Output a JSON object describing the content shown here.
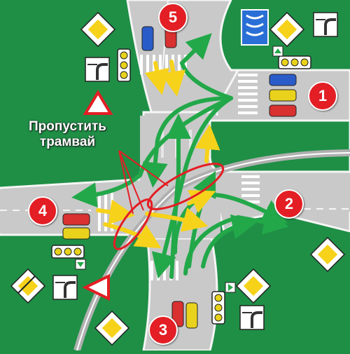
{
  "callout": {
    "line1": "Пропустить",
    "line2": "трамвай"
  },
  "approaches": [
    {
      "number": "1",
      "direction": "east"
    },
    {
      "number": "2",
      "direction": "east-exit"
    },
    {
      "number": "3",
      "direction": "south"
    },
    {
      "number": "4",
      "direction": "west"
    },
    {
      "number": "5",
      "direction": "north"
    }
  ],
  "colors": {
    "grass": "#1f8f46",
    "road": "#c9c9c9",
    "road_edge": "#f5f5f5",
    "tram_rail": "#b0b0b0",
    "arrow_green": "#22a849",
    "arrow_yellow": "#f6d21a",
    "badge_red": "#e31e24",
    "ellipse_red": "#e31e24",
    "sign_yellow": "#f6d21a"
  },
  "icons": [
    "main-road-sign-icon",
    "end-main-road-sign-icon",
    "road-layout-sign-icon",
    "yield-sign-icon",
    "traffic-light-icon",
    "tram-sign-icon",
    "green-arrow-signal-icon"
  ]
}
